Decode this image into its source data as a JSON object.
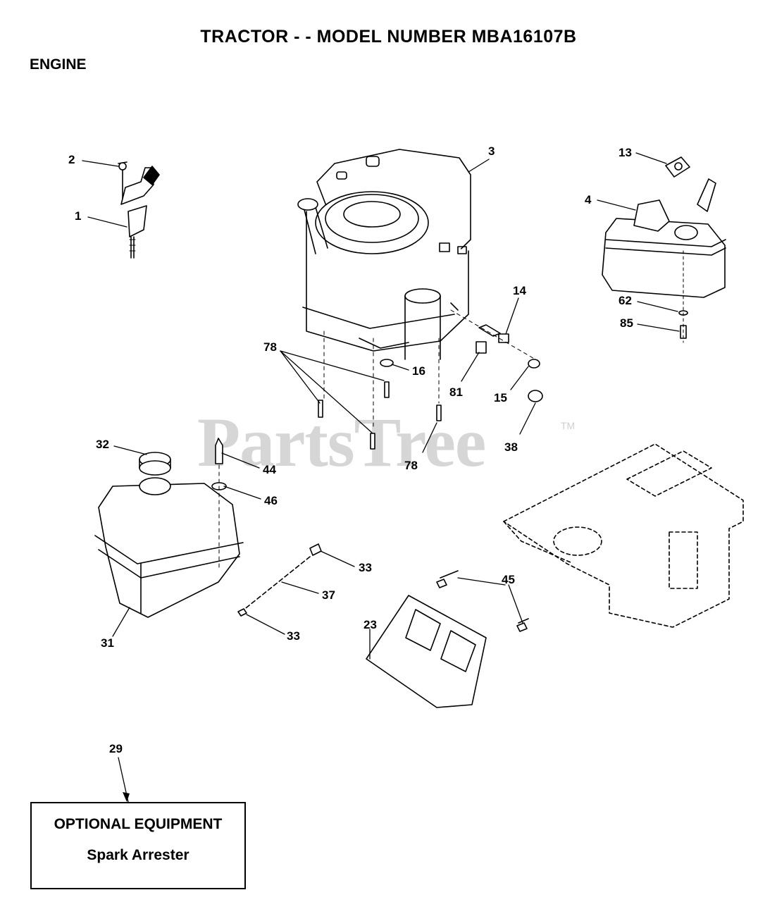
{
  "header": {
    "title": "TRACTOR - - MODEL NUMBER MBA16107B",
    "section": "ENGINE"
  },
  "watermark": {
    "text": "PartsTree",
    "tm": "TM"
  },
  "callouts": [
    "2",
    "1",
    "3",
    "13",
    "4",
    "14",
    "62",
    "85",
    "78",
    "16",
    "81",
    "15",
    "38",
    "78",
    "32",
    "44",
    "46",
    "33",
    "37",
    "33",
    "31",
    "45",
    "23",
    "29"
  ],
  "optional_box": {
    "title": "OPTIONAL EQUIPMENT",
    "item": "Spark Arrester"
  }
}
